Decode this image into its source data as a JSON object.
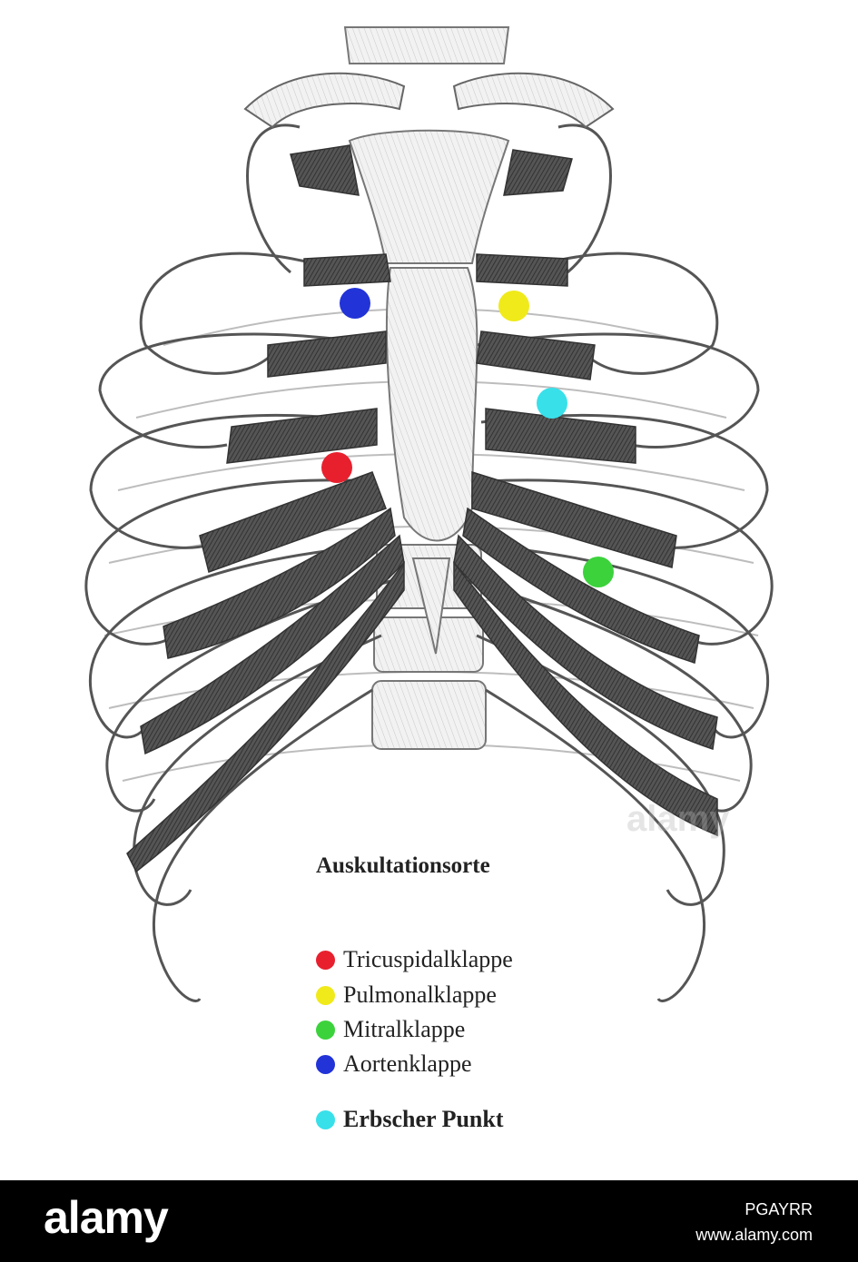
{
  "figure": {
    "title": "Auskultationsorte",
    "legend": [
      {
        "label": "Tricuspidalklappe",
        "color": "#e8202e"
      },
      {
        "label": "Pulmonalklappe",
        "color": "#f0ea1a"
      },
      {
        "label": "Mitralklappe",
        "color": "#3cd23c"
      },
      {
        "label": "Aortenklappe",
        "color": "#2233d8"
      },
      {
        "label": "Erbscher Punkt",
        "color": "#38e0ea"
      }
    ],
    "markers": [
      {
        "name": "aortic-point-marker",
        "color": "#2233d8"
      },
      {
        "name": "pulmonary-point-marker",
        "color": "#f0ea1a"
      },
      {
        "name": "erb-point-marker",
        "color": "#38e0ea"
      },
      {
        "name": "tricuspid-point-marker",
        "color": "#e8202e"
      },
      {
        "name": "mitral-point-marker",
        "color": "#3cd23c"
      }
    ]
  },
  "footer": {
    "logo": "alamy",
    "image_id": "PGAYRR",
    "url": "www.alamy.com"
  },
  "watermark": "alamy"
}
